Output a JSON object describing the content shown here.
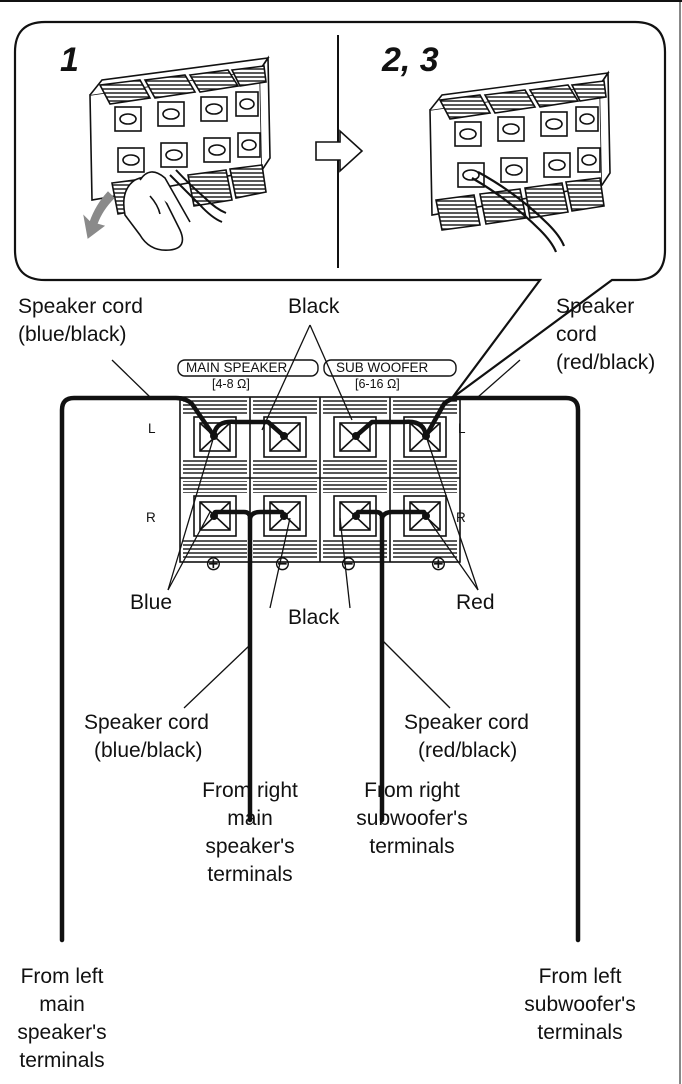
{
  "steps": {
    "step1": "1",
    "step23": "2, 3"
  },
  "panel": {
    "main_speaker": "MAIN SPEAKER",
    "main_impedance": "[4-8 Ω]",
    "sub_woofer": "SUB WOOFER",
    "sub_impedance": "[6-16 Ω]",
    "left": "L",
    "right": "R",
    "plus": "⊕",
    "minus": "⊖"
  },
  "labels": {
    "cord_blue_black_top_1": "Speaker cord",
    "cord_blue_black_top_2": "(blue/black)",
    "black_top": "Black",
    "cord_red_black_top_1": "Speaker",
    "cord_red_black_top_2": "cord",
    "cord_red_black_top_3": "(red/black)",
    "blue": "Blue",
    "black_bottom": "Black",
    "red": "Red",
    "cord_blue_black_bottom_1": "Speaker cord",
    "cord_blue_black_bottom_2": "(blue/black)",
    "cord_red_black_bottom_1": "Speaker cord",
    "cord_red_black_bottom_2": "(red/black)",
    "from_right_main_1": "From right",
    "from_right_main_2": "main",
    "from_right_main_3": "speaker's",
    "from_right_main_4": "terminals",
    "from_right_sub_1": "From right",
    "from_right_sub_2": "subwoofer's",
    "from_right_sub_3": "terminals",
    "from_left_main_1": "From left",
    "from_left_main_2": "main",
    "from_left_main_3": "speaker's",
    "from_left_main_4": "terminals",
    "from_left_sub_1": "From left",
    "from_left_sub_2": "subwoofer's",
    "from_left_sub_3": "terminals"
  },
  "colors": {
    "ink": "#111111",
    "arrow_gray": "#8a8a8a",
    "light_gray": "#d8d8d8"
  }
}
